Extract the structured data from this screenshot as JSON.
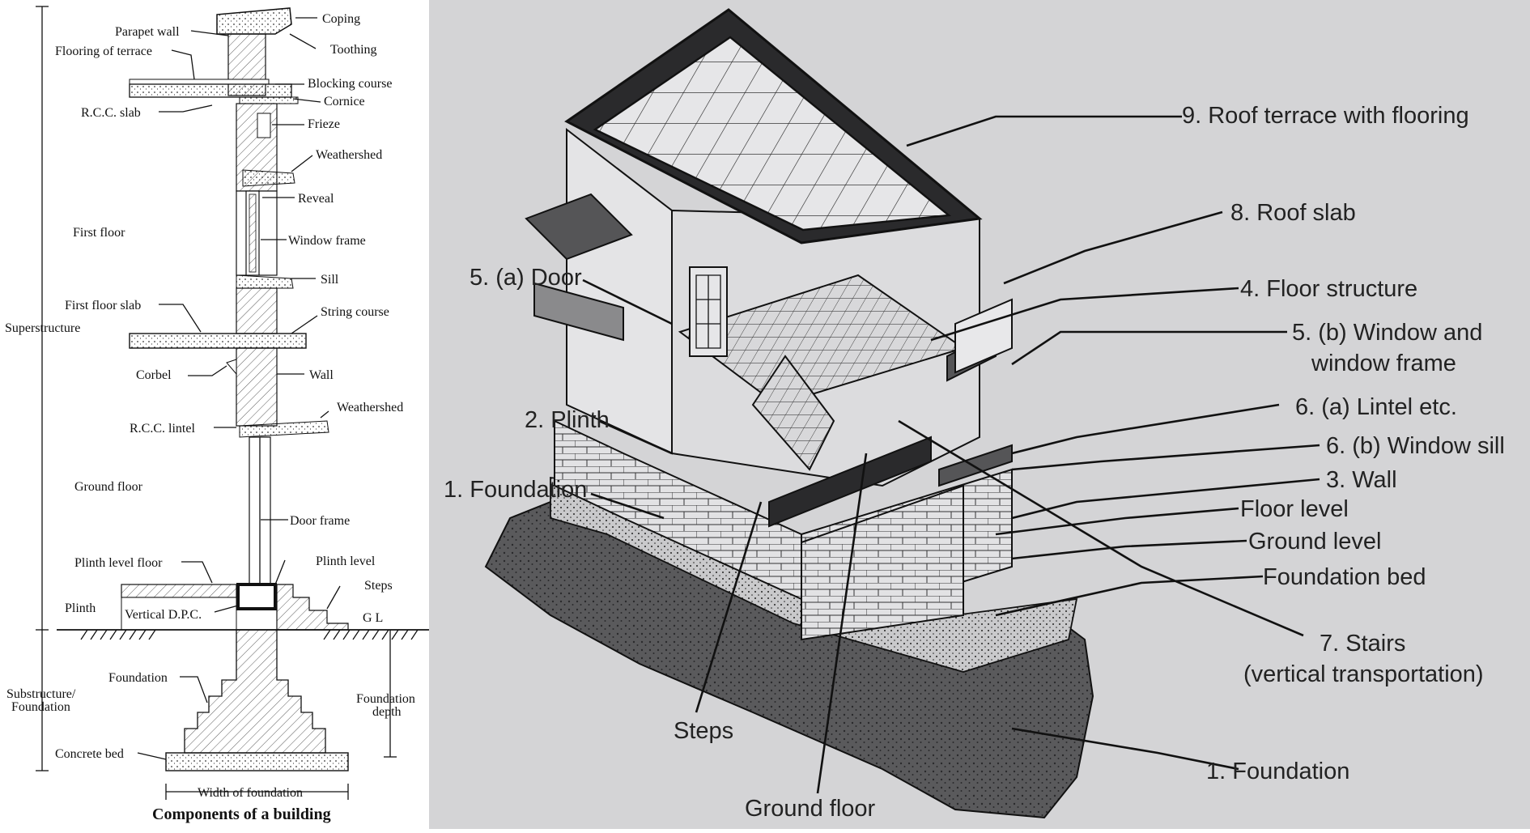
{
  "left_labels": {
    "coping": "Coping",
    "parapet_wall": "Parapet wall",
    "flooring_of_terrace": "Flooring of terrace",
    "toothing": "Toothing",
    "blocking_course": "Blocking course",
    "cornice": "Cornice",
    "rcc_slab": "R.C.C. slab",
    "frieze": "Frieze",
    "weathershed_top": "Weathershed",
    "reveal": "Reveal",
    "first_floor": "First floor",
    "window_frame": "Window frame",
    "sill": "Sill",
    "first_floor_slab": "First floor slab",
    "string_course": "String course",
    "superstructure": "Superstructure",
    "corbel": "Corbel",
    "wall": "Wall",
    "weathershed_bottom": "Weathershed",
    "rcc_lintel": "R.C.C. lintel",
    "ground_floor": "Ground floor",
    "door_frame": "Door frame",
    "plinth_level_floor": "Plinth level floor",
    "plinth_level": "Plinth level",
    "steps": "Steps",
    "plinth": "Plinth",
    "vertical_dpc": "Vertical D.P.C.",
    "gl": "G L",
    "foundation": "Foundation",
    "substructure": "Substructure/",
    "substructure_2": "Foundation",
    "foundation_depth": "Foundation",
    "foundation_depth_2": "depth",
    "concrete_bed": "Concrete bed",
    "width_of_foundation": "Width of foundation",
    "caption": "Components of a building"
  },
  "right_labels": {
    "roof_terrace": "9. Roof terrace with flooring",
    "roof_slab": "8. Roof slab",
    "door": "5. (a) Door",
    "floor_structure": "4. Floor structure",
    "window_frame_1": "5. (b) Window and",
    "window_frame_2": "window frame",
    "plinth": "2. Plinth",
    "lintel": "6. (a) Lintel etc.",
    "window_sill": "6. (b) Window sill",
    "foundation_left": "1. Foundation",
    "wall": "3. Wall",
    "floor_level": "Floor level",
    "ground_level": "Ground level",
    "foundation_bed": "Foundation bed",
    "stairs_1": "7. Stairs",
    "stairs_2": "(vertical transportation)",
    "steps": "Steps",
    "foundation_right": "1. Foundation",
    "ground_floor": "Ground floor"
  }
}
